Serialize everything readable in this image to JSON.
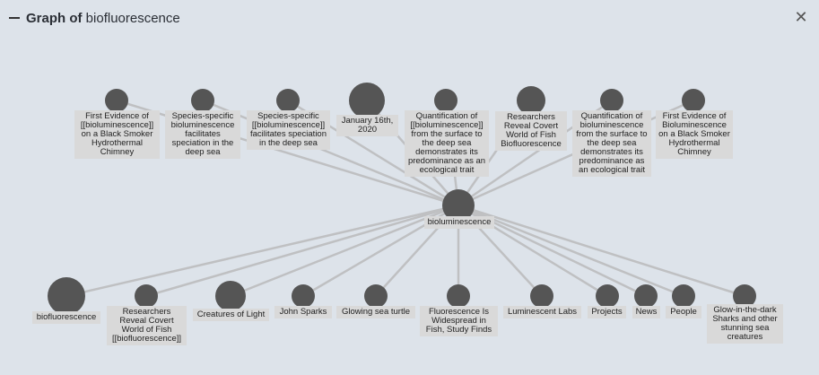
{
  "header": {
    "title_prefix": "Graph of",
    "title_term": "biofluorescence",
    "collapse_icon": "minus-icon",
    "close_icon": "close-icon"
  },
  "center": {
    "id": "bioluminescence",
    "label": "bioluminescence"
  },
  "top_nodes": [
    {
      "id": "t1",
      "label": "First Evidence of [[bioluminescence]] on a Black Smoker Hydrothermal Chimney"
    },
    {
      "id": "t2",
      "label": "Species-specific bioluminescence facilitates speciation in the deep sea"
    },
    {
      "id": "t3",
      "label": "Species-specific [[bioluminescence]] facilitates speciation in the deep sea"
    },
    {
      "id": "t4",
      "label": "January 16th, 2020"
    },
    {
      "id": "t5",
      "label": "Quantification of [[bioluminescence]] from the surface to the deep sea demonstrates its predominance as an ecological trait"
    },
    {
      "id": "t6",
      "label": "Researchers Reveal Covert World of Fish Biofluorescence"
    },
    {
      "id": "t7",
      "label": "Quantification of bioluminescence from the surface to the deep sea demonstrates its predominance as an ecological trait"
    },
    {
      "id": "t8",
      "label": "First Evidence of Bioluminescence on a Black Smoker Hydrothermal Chimney"
    }
  ],
  "bottom_nodes": [
    {
      "id": "b1",
      "label": "biofluorescence"
    },
    {
      "id": "b2",
      "label": "Researchers Reveal Covert World of Fish [[biofluorescence]]"
    },
    {
      "id": "b3",
      "label": "Creatures of Light"
    },
    {
      "id": "b4",
      "label": "John Sparks"
    },
    {
      "id": "b5",
      "label": "Glowing sea turtle"
    },
    {
      "id": "b6",
      "label": "Fluorescence Is Widespread in Fish, Study Finds"
    },
    {
      "id": "b7",
      "label": "Luminescent Labs"
    },
    {
      "id": "b8",
      "label": "Projects"
    },
    {
      "id": "b9",
      "label": "News"
    },
    {
      "id": "b10",
      "label": "People"
    },
    {
      "id": "b11",
      "label": "Glow-in-the-dark Sharks and other stunning sea creatures"
    }
  ]
}
